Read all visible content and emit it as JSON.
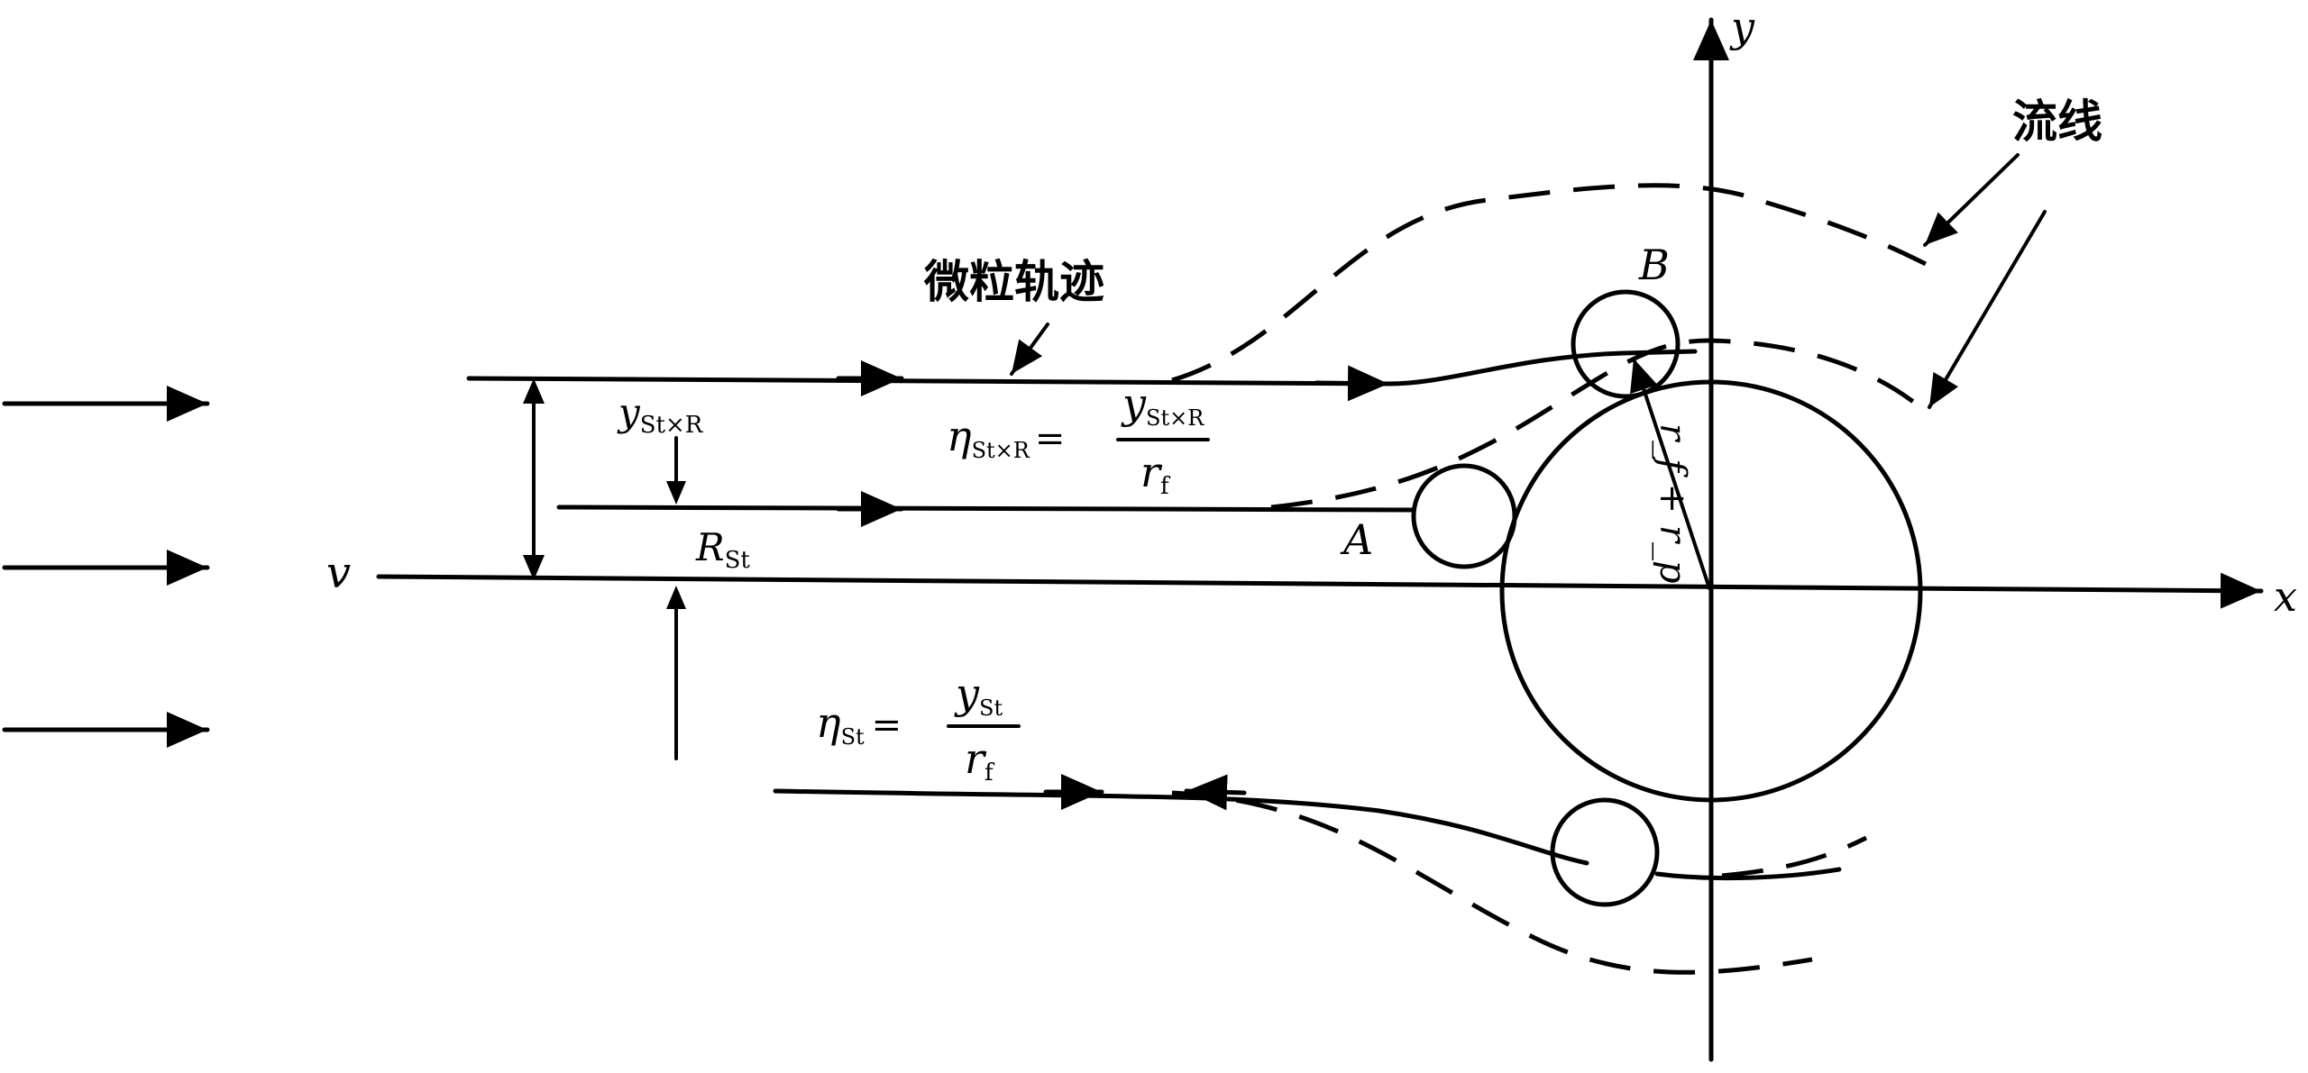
{
  "diagram": {
    "axis_x_label": "x",
    "axis_y_label": "y",
    "velocity_label": "v",
    "streamline_label": "流线",
    "trajectory_label": "微粒轨迹",
    "point_a_label": "A",
    "point_b_label": "B",
    "radius_label": "r_f + r_p",
    "y_st_r_label": {
      "main": "y",
      "sub": "St×R"
    },
    "r_st_label": {
      "main": "R",
      "sub": "St"
    },
    "eta_st_r_formula": {
      "lhs_main": "η",
      "lhs_sub": "St×R",
      "eq": "=",
      "num_main": "y",
      "num_sub": "St×R",
      "den_main": "r",
      "den_sub": "f"
    },
    "eta_st_formula": {
      "lhs_main": "η",
      "lhs_sub": "St",
      "eq": "=",
      "num_main": "y",
      "num_sub": "St",
      "den_main": "r",
      "den_sub": "f"
    }
  }
}
